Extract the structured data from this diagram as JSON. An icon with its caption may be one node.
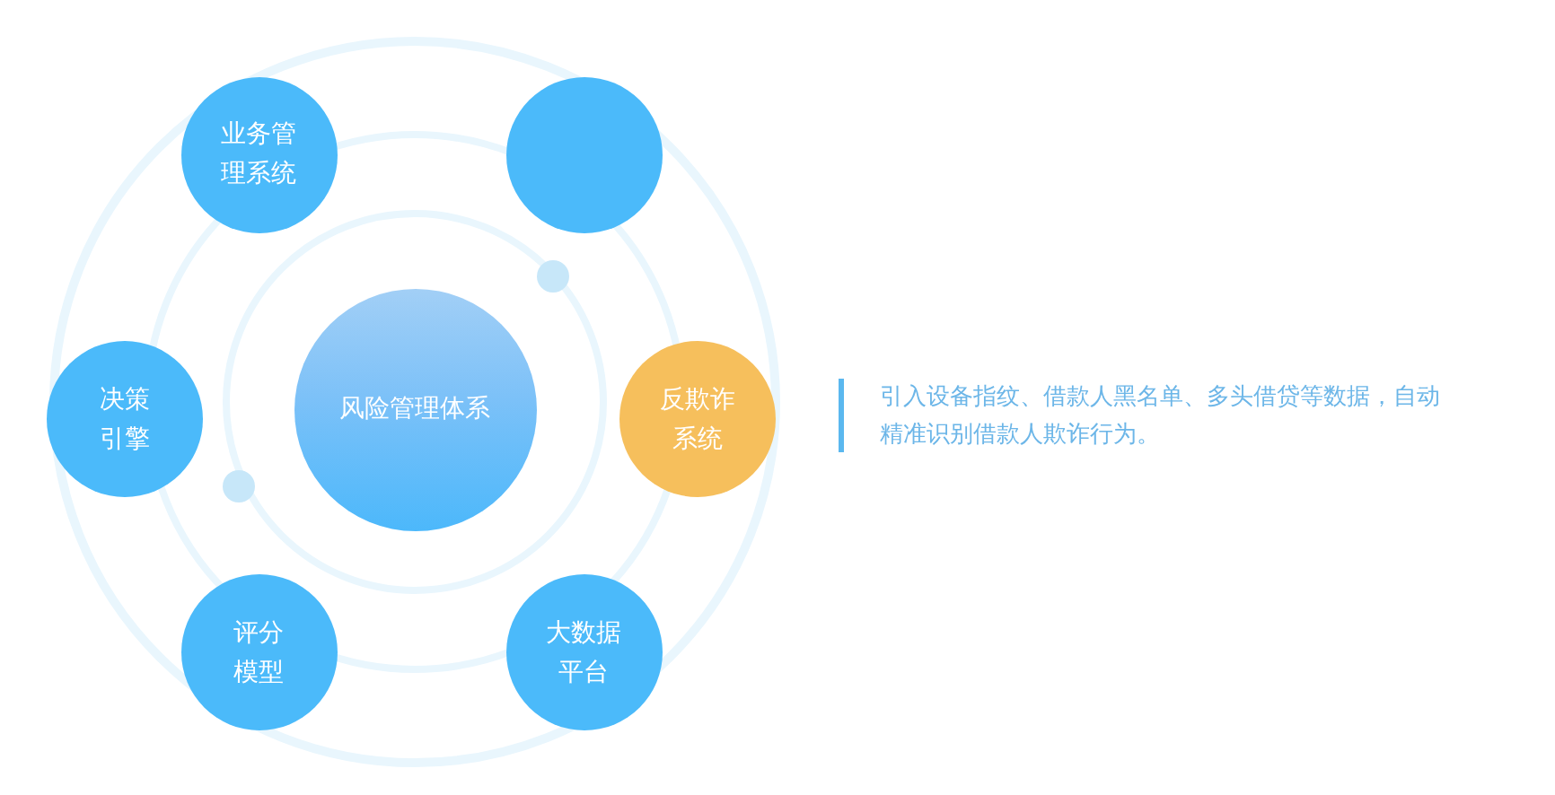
{
  "diagram": {
    "nodes": [
      {
        "text": [
          "业务管理系统"
        ]
      },
      {
        "text": [],
        "shape": "circle"
      },
      {
        "text": [
          "决策引擎"
        ]
      },
      {
        "text": [
          "风险管理体系"
        ]
      },
      {
        "text": [
          "反欺诈系统"
        ]
      },
      {
        "text": [
          "评分模型"
        ]
      },
      {
        "text": [
          "大数据平台"
        ]
      }
    ],
    "labels": [
      "引入设备指纹、借款人黑名单、多头借贷等数据，自动精准识别借款人欺诈行为。"
    ]
  }
}
